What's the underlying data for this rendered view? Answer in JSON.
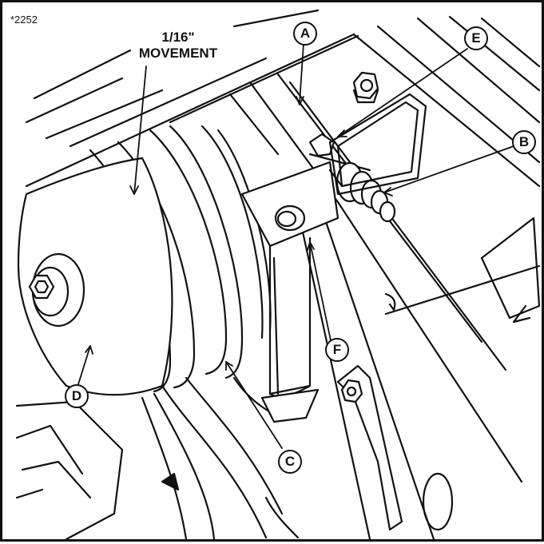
{
  "figure": {
    "number": "*2252",
    "annotation_line1": "1/16\"",
    "annotation_line2": "MOVEMENT"
  },
  "callouts": {
    "a": "A",
    "b": "B",
    "c": "C",
    "d": "D",
    "e": "E",
    "f": "F"
  },
  "colors": {
    "ink": "#111111",
    "paper": "#ffffff"
  }
}
